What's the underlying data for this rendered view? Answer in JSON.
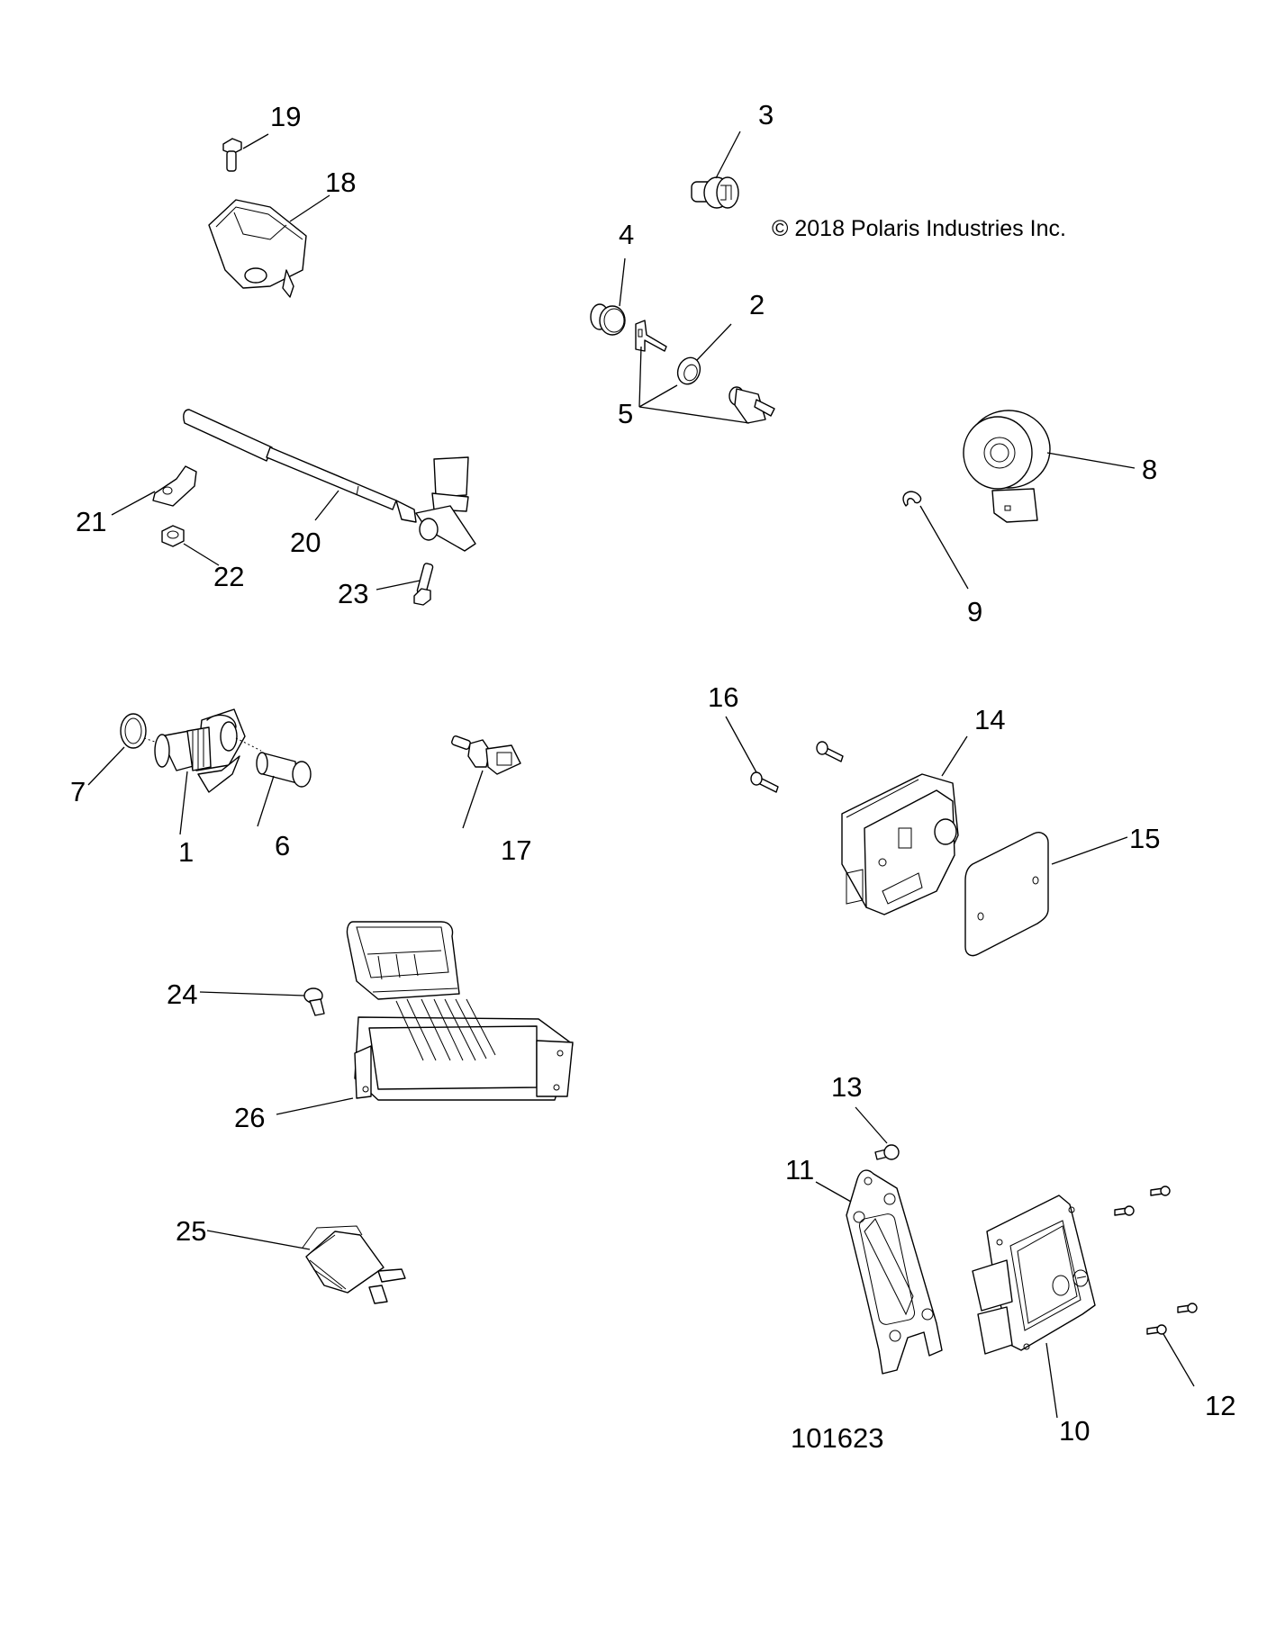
{
  "diagram": {
    "copyright": "© 2018 Polaris Industries Inc.",
    "figure_number": "101623",
    "callouts": {
      "c1": "1",
      "c2": "2",
      "c3": "3",
      "c4": "4",
      "c5": "5",
      "c6": "6",
      "c7": "7",
      "c8": "8",
      "c9": "9",
      "c10": "10",
      "c11": "11",
      "c12": "12",
      "c13": "13",
      "c14": "14",
      "c15": "15",
      "c16": "16",
      "c17": "17",
      "c18": "18",
      "c19": "19",
      "c20": "20",
      "c21": "21",
      "c22": "22",
      "c23": "23",
      "c24": "24",
      "c25": "25",
      "c26": "26"
    },
    "parts": [
      {
        "ref": "1",
        "depicts": "cam/crank position sensor"
      },
      {
        "ref": "2",
        "depicts": "grommet ring"
      },
      {
        "ref": "3",
        "depicts": "plug"
      },
      {
        "ref": "4",
        "depicts": "cap"
      },
      {
        "ref": "5",
        "depicts": "sensor kit (bracket, ring, switch)"
      },
      {
        "ref": "6",
        "depicts": "pin"
      },
      {
        "ref": "7",
        "depicts": "o-ring"
      },
      {
        "ref": "8",
        "depicts": "knock sensor"
      },
      {
        "ref": "9",
        "depicts": "e-clip"
      },
      {
        "ref": "10",
        "depicts": "engine control unit"
      },
      {
        "ref": "11",
        "depicts": "mounting bracket"
      },
      {
        "ref": "12",
        "depicts": "screw"
      },
      {
        "ref": "13",
        "depicts": "screw"
      },
      {
        "ref": "14",
        "depicts": "module housing"
      },
      {
        "ref": "15",
        "depicts": "gasket cover"
      },
      {
        "ref": "16",
        "depicts": "screw"
      },
      {
        "ref": "17",
        "depicts": "temperature sensor"
      },
      {
        "ref": "18",
        "depicts": "MAP sensor"
      },
      {
        "ref": "19",
        "depicts": "bolt"
      },
      {
        "ref": "20",
        "depicts": "speed sensor with lead"
      },
      {
        "ref": "21",
        "depicts": "p-clip"
      },
      {
        "ref": "22",
        "depicts": "nut"
      },
      {
        "ref": "23",
        "depicts": "bolt"
      },
      {
        "ref": "24",
        "depicts": "rivet"
      },
      {
        "ref": "25",
        "depicts": "relay"
      },
      {
        "ref": "26",
        "depicts": "control module with harness"
      }
    ]
  }
}
